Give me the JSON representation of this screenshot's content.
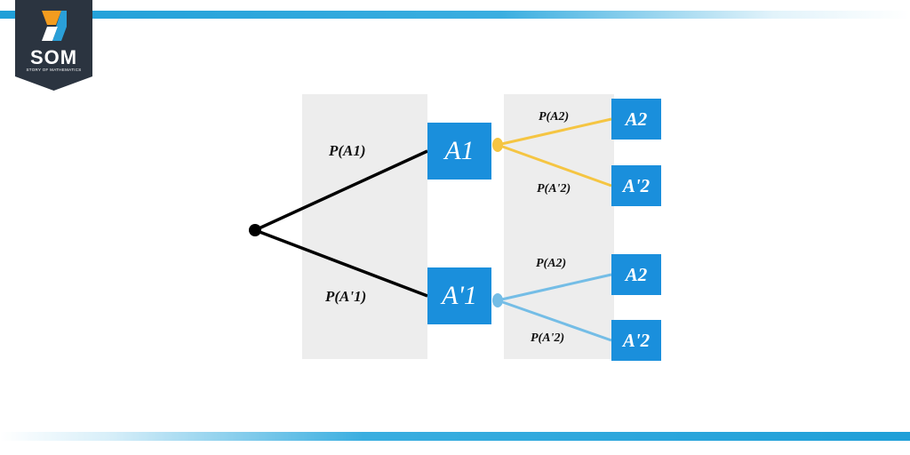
{
  "logo": {
    "text": "SOM",
    "subtitle": "STORY OF MATHEMATICS",
    "colors": {
      "badge": "#2b3440",
      "orange": "#f39c1f",
      "blue": "#2a9fd8"
    }
  },
  "diagram": {
    "colors": {
      "node": "#1a8fdc",
      "panel": "#ededed",
      "branch_first": "#000000",
      "branch_a1": "#f5c542",
      "branch_a1p": "#74bde6"
    },
    "first_stage": {
      "upper_label": "P(A1)",
      "lower_label": "P(A'1)",
      "upper_node": "A1",
      "lower_node": "A'1"
    },
    "second_stage_from_a1": {
      "upper_label": "P(A2)",
      "lower_label": "P(A'2)",
      "upper_node": "A2",
      "lower_node": "A'2"
    },
    "second_stage_from_a1p": {
      "upper_label": "P(A2)",
      "lower_label": "P(A'2)",
      "upper_node": "A2",
      "lower_node": "A'2"
    }
  }
}
